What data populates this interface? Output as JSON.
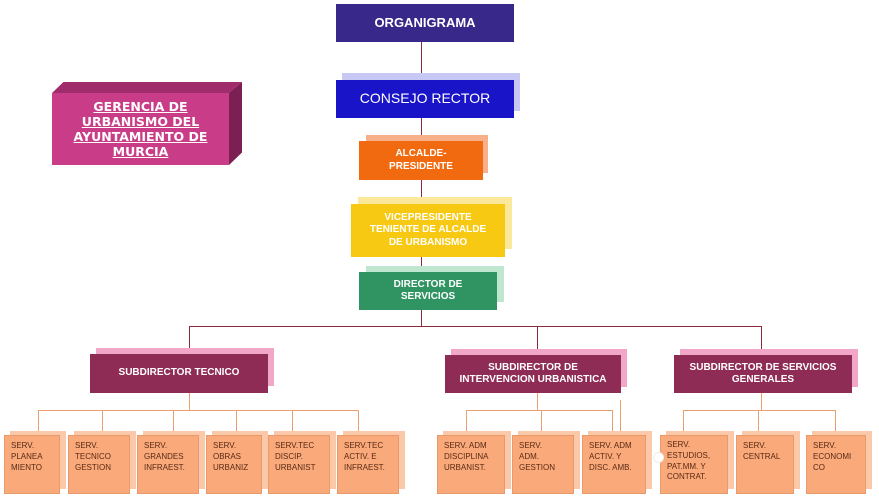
{
  "title": "ORGANIGRAMA",
  "side_box": {
    "lines": [
      "GERENCIA DE",
      "URBANISMO DEL",
      "AYUNTAMIENTO DE",
      "MURCIA"
    ]
  },
  "chain": {
    "consejo": "CONSEJO RECTOR",
    "alcalde_lines": [
      "ALCALDE-",
      "PRESIDENTE"
    ],
    "vice_lines": [
      "VICEPRESIDENTE",
      "TENIENTE DE ALCALDE",
      "DE URBANISMO"
    ],
    "director_lines": [
      "DIRECTOR DE",
      "SERVICIOS"
    ]
  },
  "subdirectors": [
    {
      "lines": [
        "SUBDIRECTOR TECNICO"
      ]
    },
    {
      "lines": [
        "SUBDIRECTOR DE",
        "INTERVENCION URBANISTICA"
      ]
    },
    {
      "lines": [
        "SUBDIRECTOR DE SERVICIOS",
        "GENERALES"
      ]
    }
  ],
  "services": [
    {
      "lines": [
        "SERV.",
        "PLANEA",
        "MIENTO"
      ]
    },
    {
      "lines": [
        "SERV.",
        "TECNICO",
        "GESTION"
      ]
    },
    {
      "lines": [
        "SERV.",
        "GRANDES",
        "INFRAEST."
      ]
    },
    {
      "lines": [
        "SERV.",
        "OBRAS",
        "URBANIZ"
      ]
    },
    {
      "lines": [
        "SERV.TEC",
        "DISCIP.",
        "URBANIST"
      ]
    },
    {
      "lines": [
        "SERV.TEC",
        "ACTIV. E",
        "INFRAEST."
      ]
    },
    {
      "lines": [
        "SERV. ADM",
        "DISCIPLINA",
        "URBANIST."
      ]
    },
    {
      "lines": [
        "SERV.",
        "ADM.",
        "GESTION"
      ]
    },
    {
      "lines": [
        "SERV. ADM",
        "ACTIV. Y",
        "DISC. AMB."
      ]
    },
    {
      "lines": [
        "SERV.",
        "ESTUDIOS,",
        "PAT.MM. Y",
        "CONTRAT."
      ]
    },
    {
      "lines": [
        "SERV.",
        "CENTRAL"
      ]
    },
    {
      "lines": [
        "SERV.",
        "ECONOMI",
        "CO"
      ]
    }
  ],
  "colors": {
    "title_bg": "#37288a",
    "consejo_bg": "#1a14c8",
    "alcalde_bg": "#f26a0f",
    "vice_bg": "#f7c912",
    "director_bg": "#2f9462",
    "subdirector_bg": "#8f2c55",
    "service_bg": "#f9a97a",
    "gerencia_bg": "#c93c88"
  }
}
